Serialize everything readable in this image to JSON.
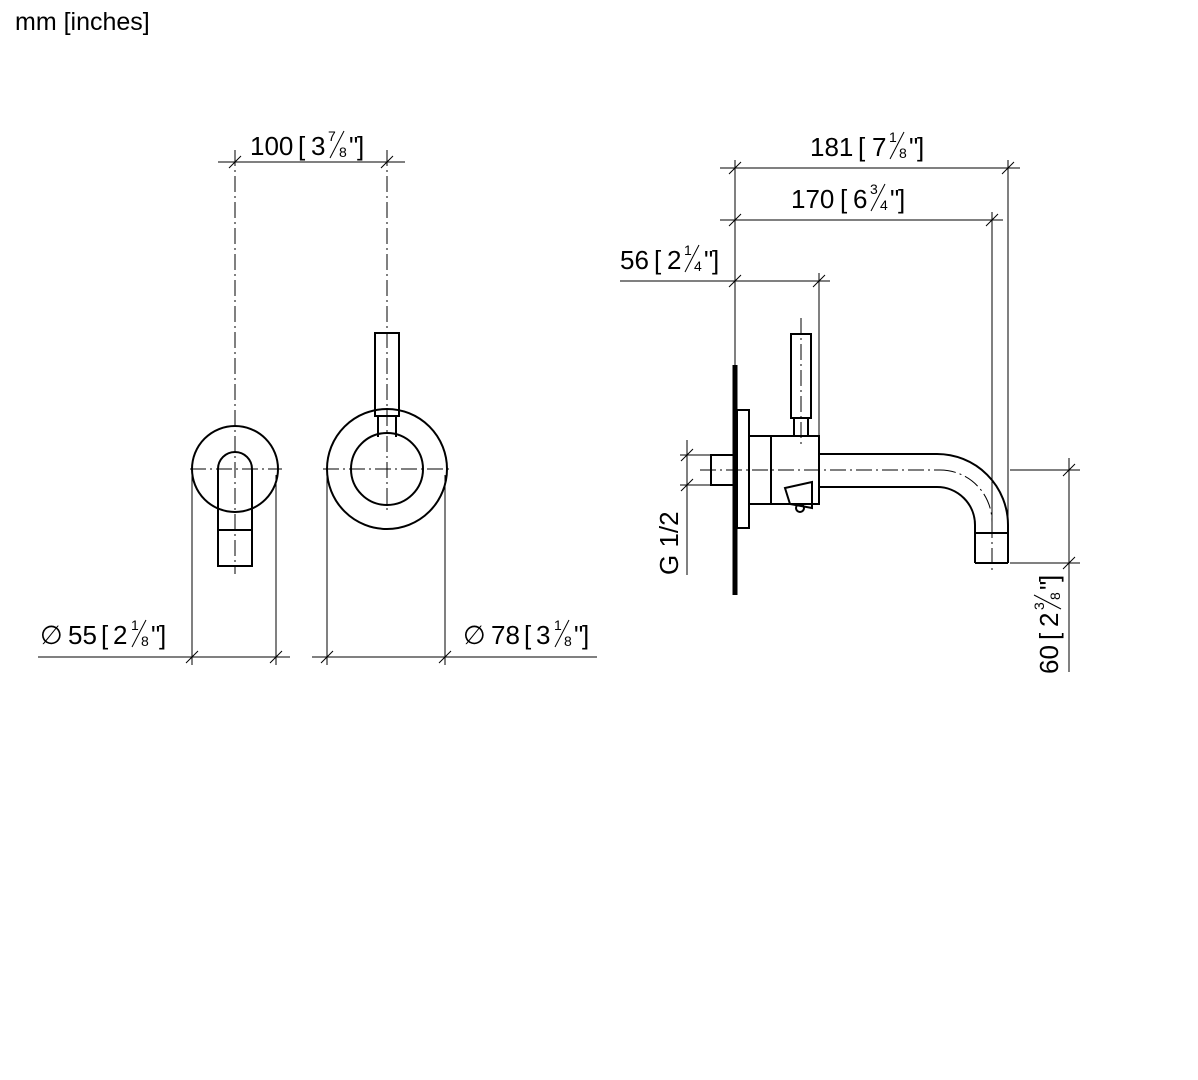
{
  "units_label": "mm [inches]",
  "dimensions": {
    "d100": {
      "mm": "100",
      "whole": "3",
      "num": "7",
      "den": "8"
    },
    "d55": {
      "mm": "55",
      "whole": "2",
      "num": "1",
      "den": "8"
    },
    "d78": {
      "mm": "78",
      "whole": "3",
      "num": "1",
      "den": "8"
    },
    "d181": {
      "mm": "181",
      "whole": "7",
      "num": "1",
      "den": "8"
    },
    "d170": {
      "mm": "170",
      "whole": "6",
      "num": "3",
      "den": "4"
    },
    "d56": {
      "mm": "56",
      "whole": "2",
      "num": "1",
      "den": "4"
    },
    "d60": {
      "mm": "60",
      "whole": "2",
      "num": "3",
      "den": "8"
    }
  },
  "symbols": {
    "diameter": "∅",
    "inch": "\"",
    "slash": "⁄"
  },
  "thread_label": "G 1/2"
}
